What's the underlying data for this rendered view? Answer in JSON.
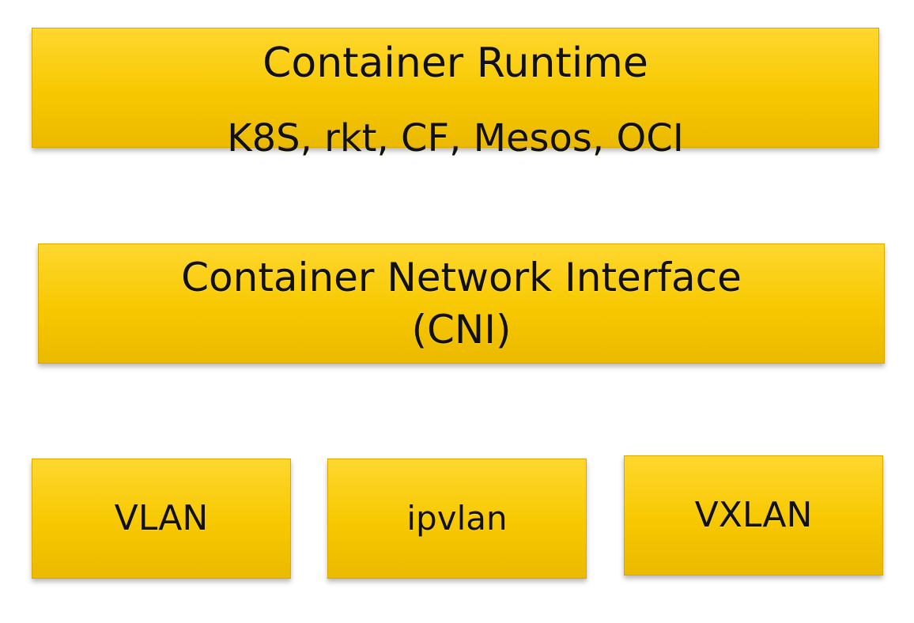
{
  "runtime": {
    "title": "Container Runtime",
    "subtitle": "K8S, rkt, CF, Mesos, OCI"
  },
  "cni": {
    "title": "Container Network Interface",
    "subtitle": "(CNI)"
  },
  "plugins": [
    {
      "label": "VLAN"
    },
    {
      "label": "ipvlan"
    },
    {
      "label": "VXLAN"
    }
  ],
  "colors": {
    "box_fill": "#f7c800",
    "box_border": "#d9a900",
    "text": "#111111",
    "background": "#ffffff"
  }
}
